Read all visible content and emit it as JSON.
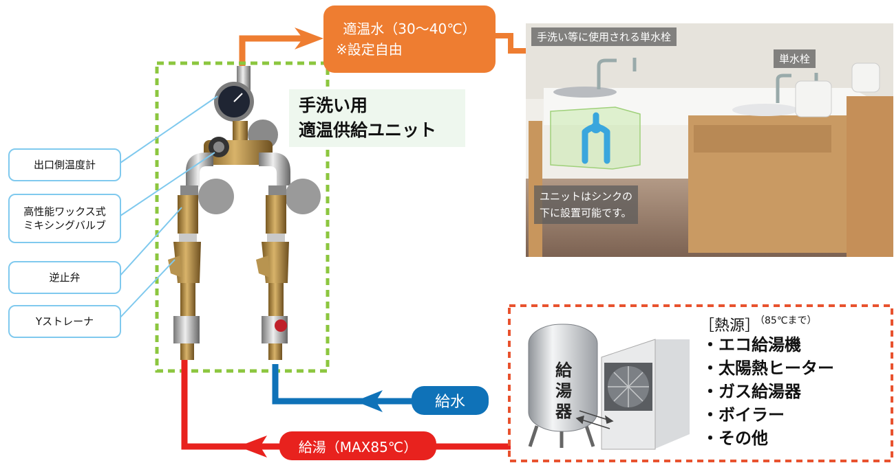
{
  "outlet": {
    "line1": "適温水（30〜40℃）",
    "line2": "※設定自由"
  },
  "unit_title": {
    "line1": "手洗い用",
    "line2": "適温供給ユニット"
  },
  "callouts": [
    {
      "text": "出口側温度計"
    },
    {
      "line1": "高性能ワックス式",
      "line2": "ミキシングバルブ"
    },
    {
      "text": "逆止弁"
    },
    {
      "text": "Yストレーナ"
    }
  ],
  "photo": {
    "label_faucet": "手洗い等に使用される単水栓",
    "label_single": "単水栓",
    "note_line1": "ユニットはシンクの",
    "note_line2": "下に設置可能です。"
  },
  "cold_supply": "給水",
  "hot_supply": "給湯（MAX85℃）",
  "heat_source": {
    "title": "［熱源］",
    "title_note": "（85℃まで）",
    "items": [
      "エコ給湯機",
      "太陽熱ヒーター",
      "ガス給湯器",
      "ボイラー",
      "その他"
    ],
    "heater_label": [
      "給",
      "湯",
      "器"
    ]
  },
  "colors": {
    "orange": "#ee7d31",
    "red": "#e8221e",
    "blue": "#0f72b8",
    "green_dash": "#8cc63f",
    "red_dash": "#e8522e",
    "callout_border": "#7fc9ee"
  }
}
